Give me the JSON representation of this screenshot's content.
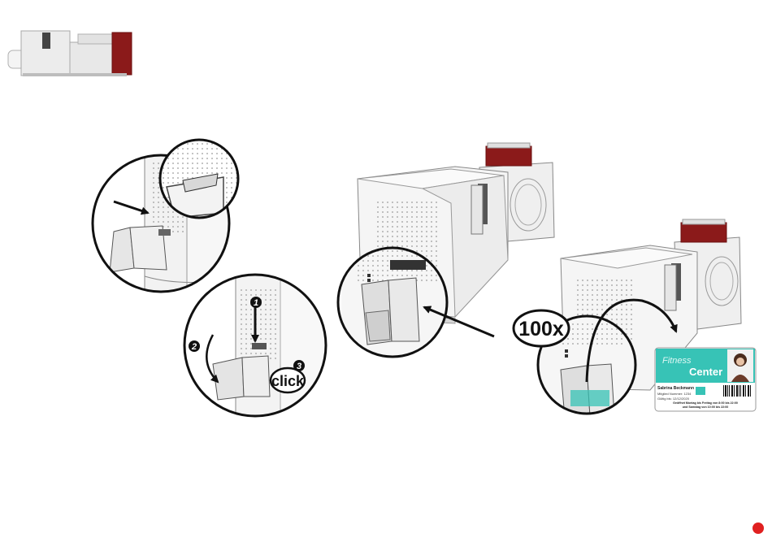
{
  "steps": {
    "one": "1",
    "two": "2",
    "three": "3"
  },
  "labels": {
    "click": "click",
    "capacity": "100x"
  },
  "card": {
    "brand_top": "Fitness",
    "brand_main": "Center",
    "name": "Sabrina Beckmann",
    "member_line": "Mitglied Nummer: 1234",
    "valid_line": "Gültig bis: 12/12/2020",
    "hours_line1": "Geöffnet Montag bis Freitag von 8:00 bis 22:00",
    "hours_line2": "und Samstag von 10:00 bis 22:00"
  },
  "colors": {
    "printer_body": "#eeeeee",
    "printer_outline": "#888888",
    "accent_red": "#8b1a1a",
    "card_teal": "#37c3b6",
    "hopper_fill": "#e3e3e3",
    "corner_dot": "#e02020"
  }
}
